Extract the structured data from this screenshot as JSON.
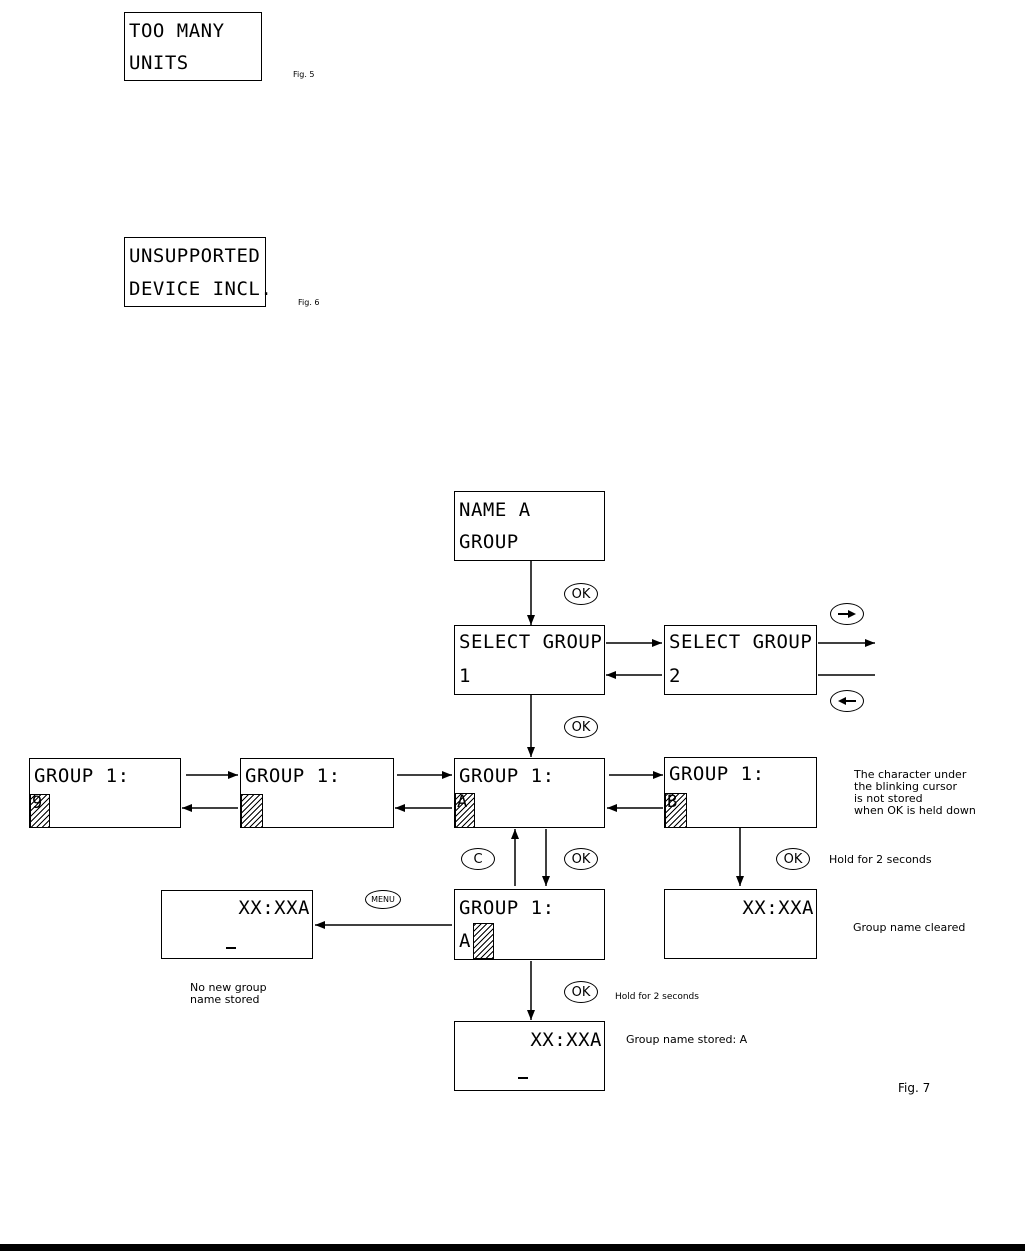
{
  "fig5": {
    "display": {
      "line1": "TOO MANY",
      "line2": "UNITS"
    },
    "caption": "Fig. 5"
  },
  "fig6": {
    "display": {
      "line1": "UNSUPPORTED",
      "line2": "DEVICE INCL."
    },
    "caption": "Fig. 6"
  },
  "fig7": {
    "caption": "Fig. 7",
    "name_group": {
      "line1": "NAME A",
      "line2": "GROUP"
    },
    "select_group_1": {
      "line1": "SELECT GROUP",
      "line2": "1"
    },
    "select_group_2": {
      "line1": "SELECT GROUP",
      "line2": "2"
    },
    "group_left2": {
      "line1": "GROUP 1:",
      "cursor_char": "9"
    },
    "group_left1": {
      "line1": "GROUP 1:",
      "cursor_char": ""
    },
    "group_center": {
      "line1": "GROUP 1:",
      "cursor_char": "A"
    },
    "group_right": {
      "line1": "GROUP 1:",
      "cursor_char": "B"
    },
    "group_entry": {
      "line1": "GROUP 1:",
      "line2": "A"
    },
    "clock_menu": {
      "line1": "XX:XXA"
    },
    "clock_cleared": {
      "line1": "XX:XXA"
    },
    "clock_stored": {
      "line1": "XX:XXA"
    },
    "buttons": {
      "ok": "OK",
      "c": "C",
      "menu": "MENU",
      "right_icon": "right-arrow-button",
      "left_icon": "left-arrow-button"
    },
    "notes": {
      "cursor_note": "The character under\nthe blinking cursor\nis not stored\nwhen OK is held down",
      "hold_2s_a": "Hold for 2 seconds",
      "hold_2s_b": "Hold for 2 seconds",
      "cleared": "Group name cleared",
      "no_new": "No new group\nname stored",
      "stored": "Group name stored: A"
    }
  }
}
